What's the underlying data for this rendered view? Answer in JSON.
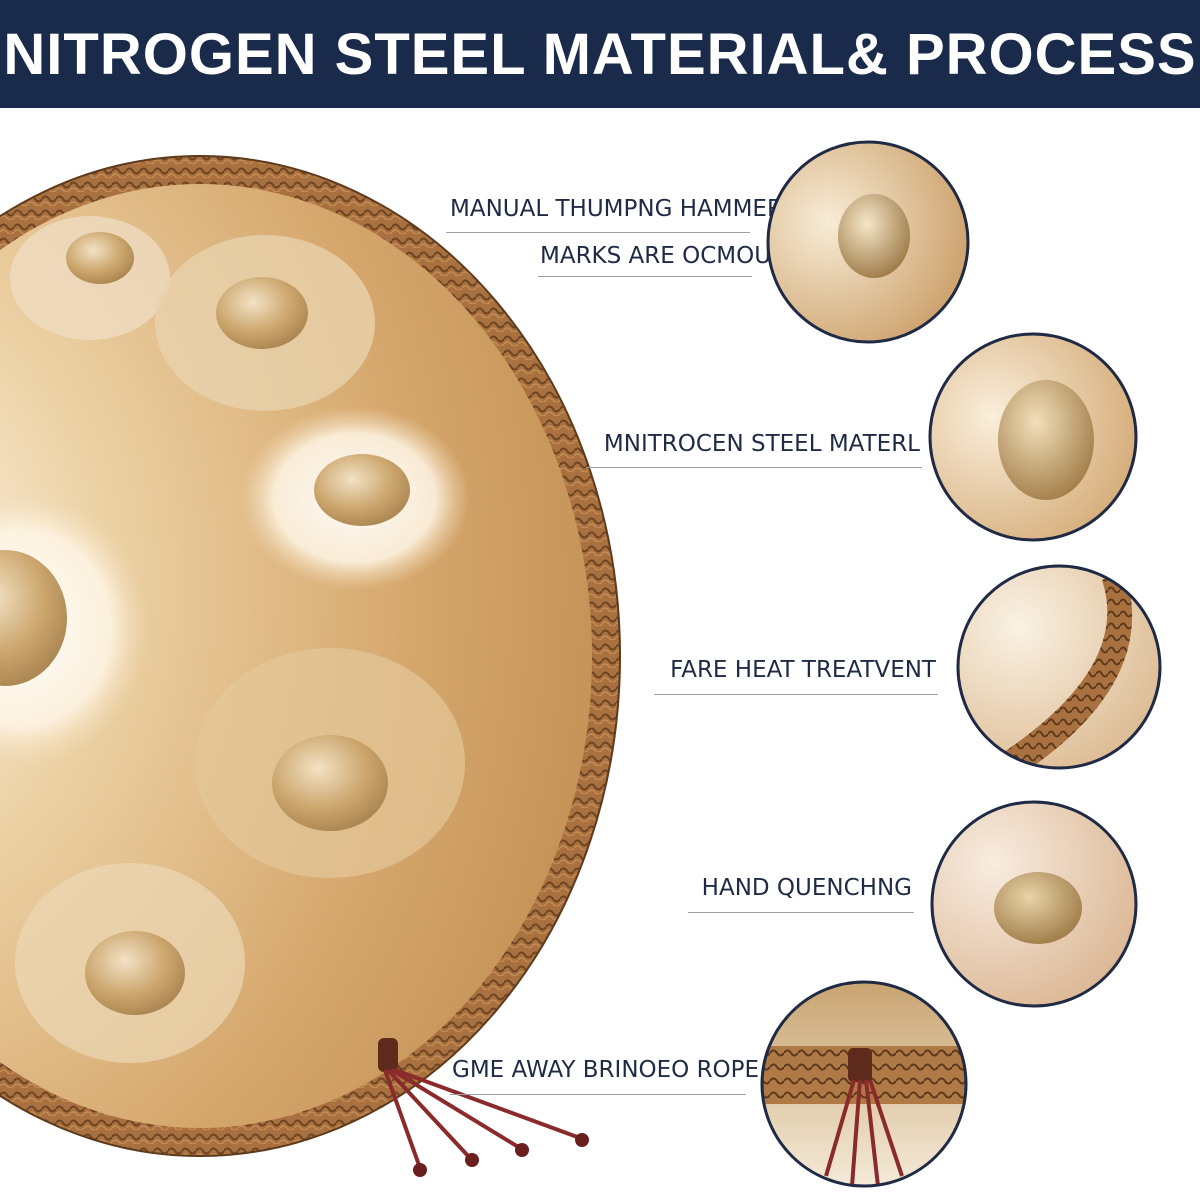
{
  "banner": {
    "title": "NITROGEN STEEL MATERIAL& PROCESS",
    "background_color": "#1a2a4a",
    "text_color": "#ffffff"
  },
  "callouts": [
    {
      "id": "hammer-marks",
      "lines": [
        "MANUAL THUMPNG  HAMMER",
        "MARKS ARE OCMOUS"
      ],
      "icon": "dimple-closeup-icon"
    },
    {
      "id": "nitrogen-steel",
      "lines": [
        "MNITROCEN STEEL MATERL"
      ],
      "icon": "steel-dimple-icon"
    },
    {
      "id": "heat-treatment",
      "lines": [
        "FARE HEAT TREATVENT"
      ],
      "icon": "rope-edge-icon"
    },
    {
      "id": "hand-quenching",
      "lines": [
        "HAND QUENCHNG"
      ],
      "icon": "quenched-dimple-icon"
    },
    {
      "id": "rope",
      "lines": [
        "GME AWAY BRINOEO ROPE"
      ],
      "icon": "rope-tassel-icon"
    }
  ],
  "colors": {
    "steel_gold": "#d9b27a",
    "steel_light": "#f5e6cc",
    "rope_brown": "#a8713f",
    "tassel_red": "#8a2a2a",
    "ring_border": "#1f2a44"
  }
}
